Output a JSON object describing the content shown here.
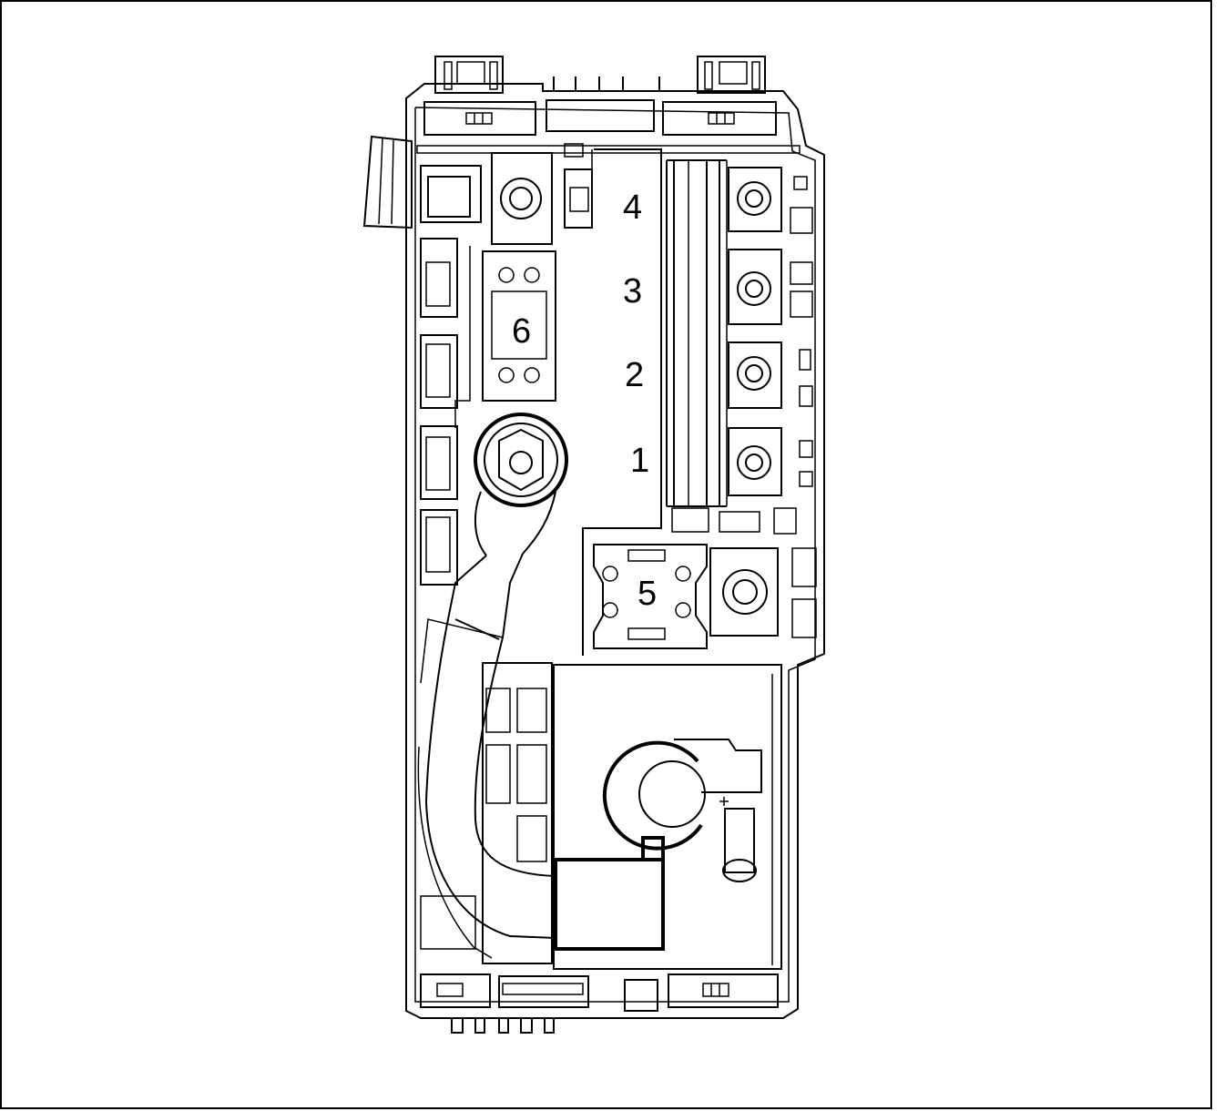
{
  "diagram": {
    "callouts": [
      {
        "id": "4",
        "label": "4"
      },
      {
        "id": "3",
        "label": "3"
      },
      {
        "id": "2",
        "label": "2"
      },
      {
        "id": "1",
        "label": "1"
      },
      {
        "id": "6",
        "label": "6"
      },
      {
        "id": "5",
        "label": "5"
      }
    ]
  }
}
